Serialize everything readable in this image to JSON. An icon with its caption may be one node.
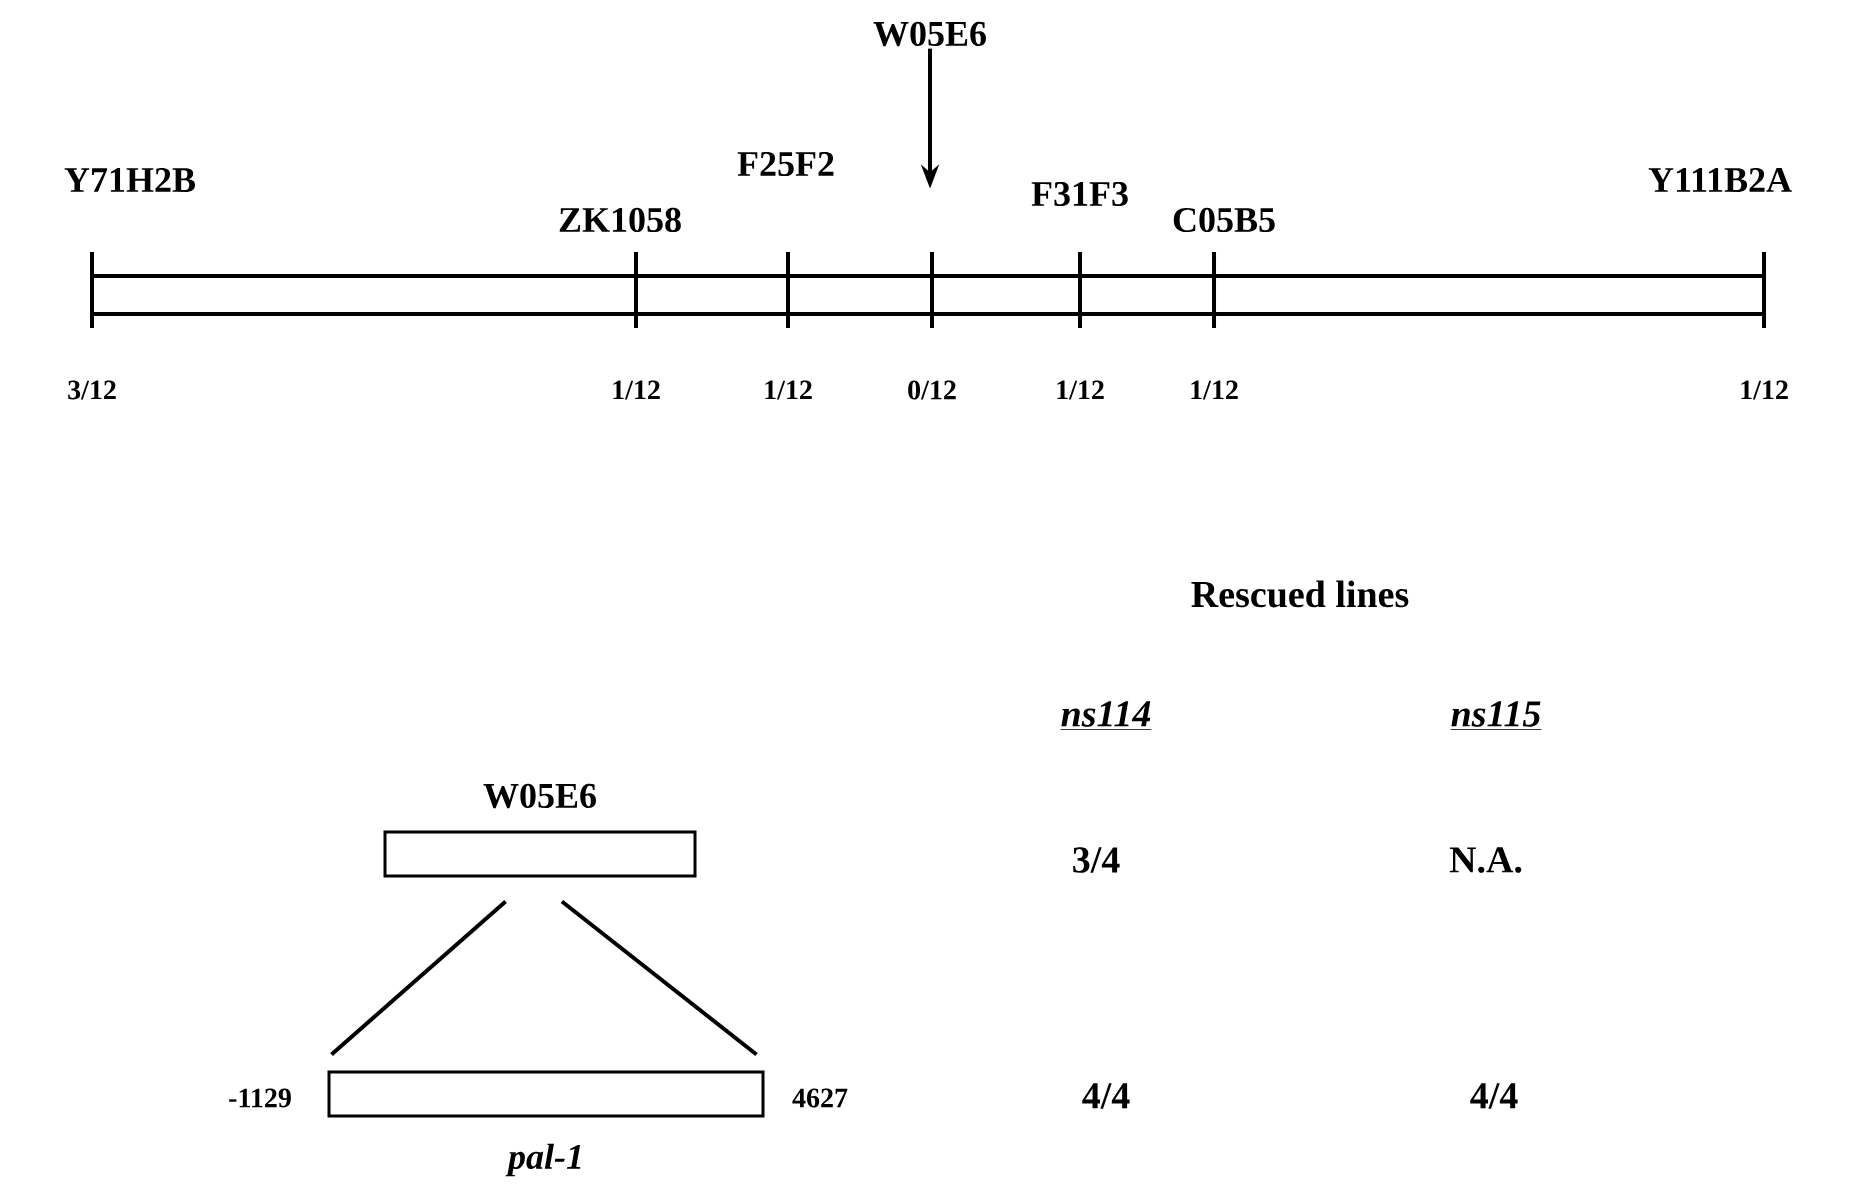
{
  "diagram": {
    "nodes": [
      {
        "text": [
          "W05E6"
        ]
      },
      {
        "text": [
          "W05E6"
        ]
      },
      {
        "text": [
          "pal-1"
        ],
        "beside": [
          "-1129",
          "4627"
        ]
      }
    ],
    "edges": [
      {
        "from": 0,
        "to": null,
        "arrow": "to"
      },
      {
        "from": 1,
        "to": 2,
        "arrow": "none"
      },
      {
        "from": 1,
        "to": 2,
        "arrow": "none"
      }
    ],
    "labels": [
      "Y71H2B",
      "ZK1058",
      "F25F2",
      "F31F3",
      "C05B5",
      "Y111B2A",
      "3/12",
      "1/12",
      "1/12",
      "0/12",
      "1/12",
      "1/12",
      "1/12",
      "Rescued lines",
      "ns114",
      "ns115",
      "3/4",
      "N.A.",
      "4/4",
      "4/4"
    ]
  }
}
